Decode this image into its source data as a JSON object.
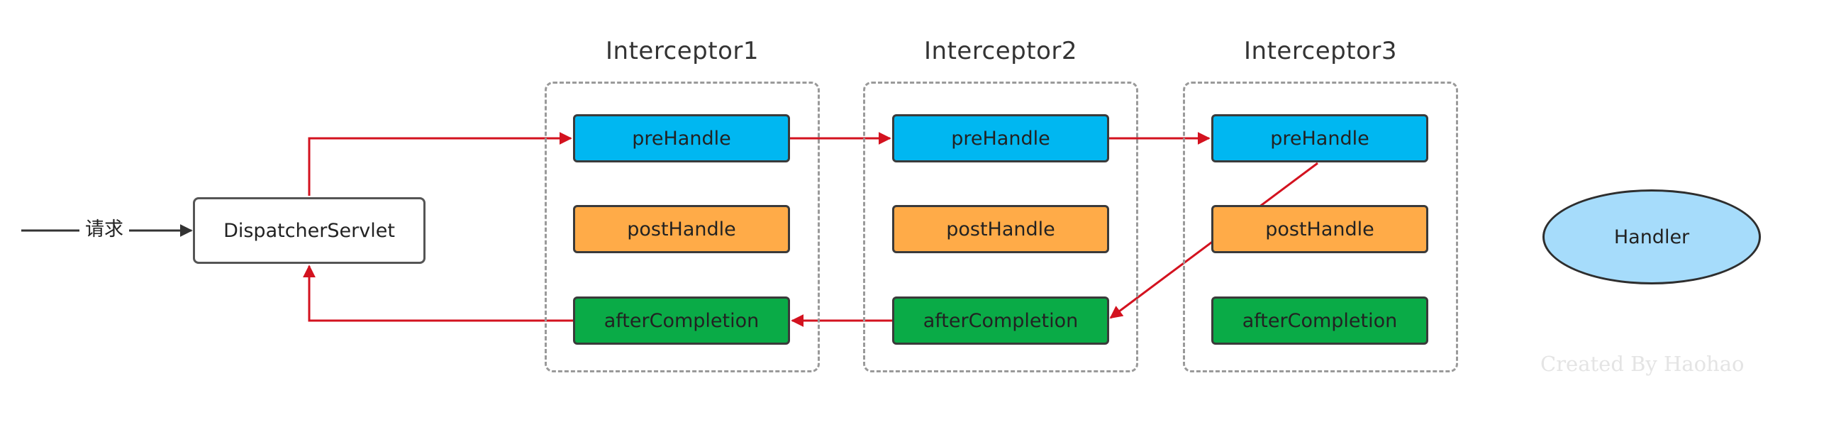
{
  "colors": {
    "pre_handle": "#00b7f1",
    "post_handle": "#ffab48",
    "after_completion": "#0aab47",
    "handler": "#a6dcfb",
    "flow_arrow": "#d3121f",
    "request_arrow": "#333333",
    "group_border": "#9a9a9a",
    "watermark": "#e4e4e4"
  },
  "request_label": "请求",
  "dispatcher_label": "DispatcherServlet",
  "interceptors": [
    {
      "title": "Interceptor1",
      "pre": "preHandle",
      "post": "postHandle",
      "after": "afterCompletion"
    },
    {
      "title": "Interceptor2",
      "pre": "preHandle",
      "post": "postHandle",
      "after": "afterCompletion"
    },
    {
      "title": "Interceptor3",
      "pre": "preHandle",
      "post": "postHandle",
      "after": "afterCompletion"
    }
  ],
  "handler_label": "Handler",
  "watermark": "Created By Haohao"
}
